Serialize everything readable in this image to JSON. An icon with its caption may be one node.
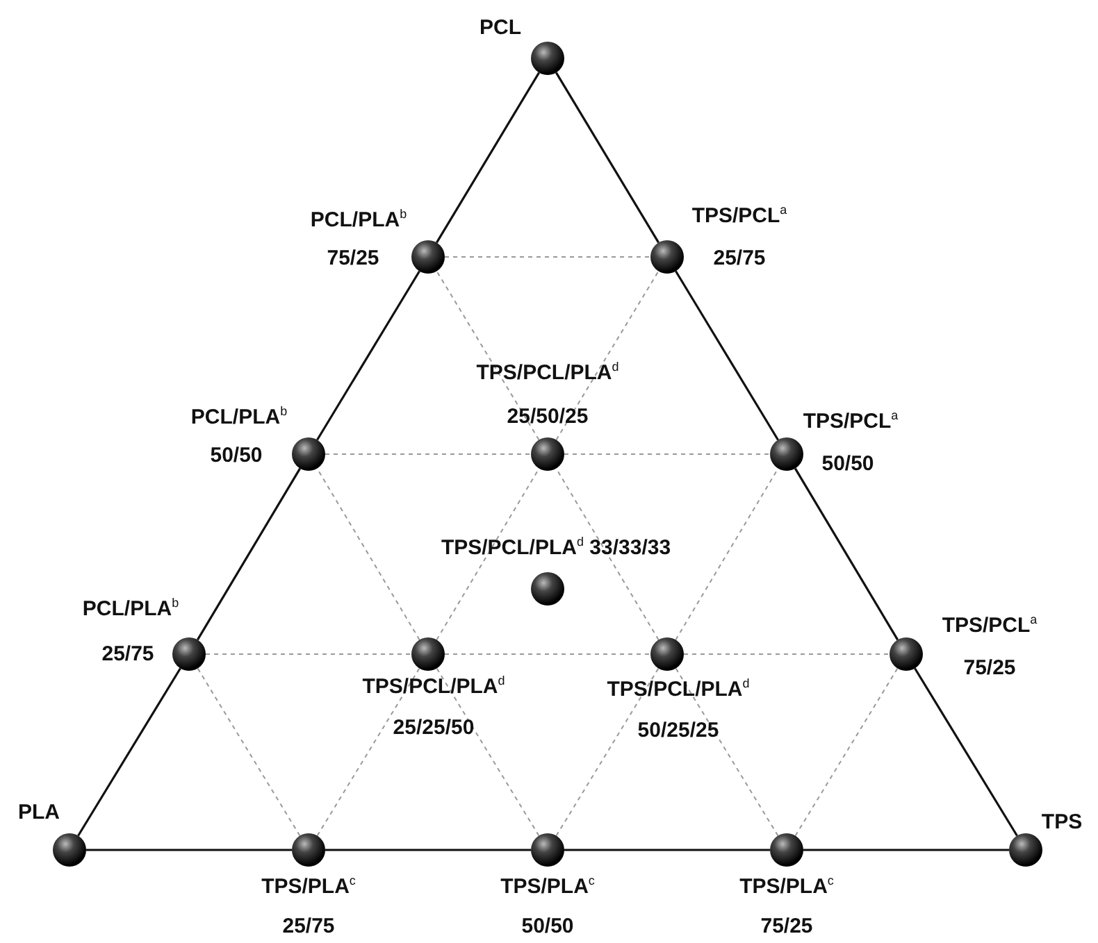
{
  "diagram": {
    "nodes": [
      {
        "text": [],
        "shape": "circle",
        "beside": [
          "PCL"
        ]
      },
      {
        "text": [],
        "shape": "circle",
        "beside": [
          "PCL/PLA$^{b}$",
          "75/25"
        ]
      },
      {
        "text": [],
        "shape": "circle",
        "beside": [
          "TPS/PCL$^{a}$",
          "25/75"
        ]
      },
      {
        "text": [],
        "shape": "circle",
        "beside": [
          "PCL/PLA$^{b}$",
          "50/50"
        ]
      },
      {
        "text": [],
        "shape": "circle",
        "beside": [
          "TPS/PCL/PLA$^{d}$",
          "25/50/25"
        ]
      },
      {
        "text": [],
        "shape": "circle",
        "beside": [
          "TPS/PCL$^{a}$",
          "50/50"
        ]
      },
      {
        "text": [],
        "shape": "circle",
        "beside": [
          "TPS/PCL/PLA$^{d}$ 33/33/33"
        ]
      },
      {
        "text": [],
        "shape": "circle",
        "beside": [
          "PCL/PLA$^{b}$",
          "25/75"
        ]
      },
      {
        "text": [],
        "shape": "circle",
        "beside": [
          "TPS/PCL/PLA$^{d}$",
          "25/25/50"
        ]
      },
      {
        "text": [],
        "shape": "circle",
        "beside": [
          "TPS/PCL/PLA$^{d}$",
          "50/25/25"
        ]
      },
      {
        "text": [],
        "shape": "circle",
        "beside": [
          "TPS/PCL$^{a}$",
          "75/25"
        ]
      },
      {
        "text": [],
        "shape": "circle",
        "beside": [
          "PLA"
        ]
      },
      {
        "text": [],
        "shape": "circle",
        "beside": [
          "TPS/PLA$^{c}$",
          "25/75"
        ]
      },
      {
        "text": [],
        "shape": "circle",
        "beside": [
          "TPS/PLA$^{c}$",
          "50/50"
        ]
      },
      {
        "text": [],
        "shape": "circle",
        "beside": [
          "TPS/PLA$^{c}$",
          "75/25"
        ]
      },
      {
        "text": [],
        "shape": "circle",
        "beside": [
          "TPS"
        ]
      }
    ],
    "edges": [
      {
        "from": 11,
        "to": 7,
        "arrow": "none",
        "color": "#111111"
      },
      {
        "from": 7,
        "to": 3,
        "arrow": "none",
        "color": "#111111"
      },
      {
        "from": 3,
        "to": 1,
        "arrow": "none",
        "color": "#111111"
      },
      {
        "from": 1,
        "to": 0,
        "arrow": "none",
        "color": "#111111"
      },
      {
        "from": 0,
        "to": 2,
        "arrow": "none",
        "color": "#111111"
      },
      {
        "from": 2,
        "to": 5,
        "arrow": "none",
        "color": "#111111"
      },
      {
        "from": 5,
        "to": 10,
        "arrow": "none",
        "color": "#111111"
      },
      {
        "from": 10,
        "to": 15,
        "arrow": "none",
        "color": "#111111"
      },
      {
        "from": 11,
        "to": 12,
        "arrow": "none",
        "color": "#111111"
      },
      {
        "from": 12,
        "to": 13,
        "arrow": "none",
        "color": "#111111"
      },
      {
        "from": 13,
        "to": 14,
        "arrow": "none",
        "color": "#111111"
      },
      {
        "from": 14,
        "to": 15,
        "arrow": "none",
        "color": "#111111"
      },
      {
        "from": 1,
        "to": 2,
        "arrow": "none",
        "style": "dashed"
      },
      {
        "from": 3,
        "to": 4,
        "arrow": "none",
        "style": "dashed"
      },
      {
        "from": 4,
        "to": 5,
        "arrow": "none",
        "style": "dashed"
      },
      {
        "from": 7,
        "to": 8,
        "arrow": "none",
        "style": "dashed"
      },
      {
        "from": 8,
        "to": 9,
        "arrow": "none",
        "style": "dashed"
      },
      {
        "from": 9,
        "to": 10,
        "arrow": "none",
        "style": "dashed"
      },
      {
        "from": 12,
        "to": 8,
        "arrow": "none",
        "style": "dashed"
      },
      {
        "from": 8,
        "to": 4,
        "arrow": "none",
        "style": "dashed"
      },
      {
        "from": 4,
        "to": 2,
        "arrow": "none",
        "style": "dashed"
      },
      {
        "from": 13,
        "to": 9,
        "arrow": "none",
        "style": "dashed"
      },
      {
        "from": 9,
        "to": 5,
        "arrow": "none",
        "style": "dashed"
      },
      {
        "from": 14,
        "to": 10,
        "arrow": "none",
        "style": "dashed"
      },
      {
        "from": 12,
        "to": 7,
        "arrow": "none",
        "style": "dashed"
      },
      {
        "from": 13,
        "to": 8,
        "arrow": "none",
        "style": "dashed"
      },
      {
        "from": 8,
        "to": 3,
        "arrow": "none",
        "style": "dashed"
      },
      {
        "from": 14,
        "to": 9,
        "arrow": "none",
        "style": "dashed"
      },
      {
        "from": 9,
        "to": 4,
        "arrow": "none",
        "style": "dashed"
      },
      {
        "from": 4,
        "to": 1,
        "arrow": "none",
        "style": "dashed"
      }
    ]
  }
}
